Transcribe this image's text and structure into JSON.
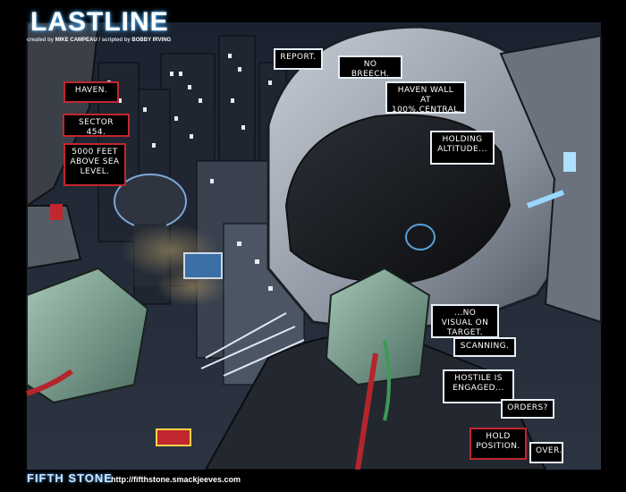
{
  "title": "LASTLINE",
  "credits": {
    "created_prefix": "created by",
    "created_name": "MIKE CAMPEAU",
    "separator": "/",
    "scripted_prefix": "scripted by",
    "scripted_name": "BOBBY IRVING"
  },
  "captions": [
    {
      "text": "HAVEN."
    },
    {
      "text": "SECTOR 454."
    },
    {
      "text": "5000 FEET ABOVE SEA LEVEL."
    }
  ],
  "dialogue": [
    {
      "text": "REPORT."
    },
    {
      "text": "NO BREECH."
    },
    {
      "text": "HAVEN WALL AT 100%,CENTRAL."
    },
    {
      "text": "HOLDING ALTITUDE..."
    },
    {
      "text": "...NO VISUAL ON TARGET."
    },
    {
      "text": "SCANNING."
    },
    {
      "text": "HOSTILE IS ENGAGED..."
    },
    {
      "text": "ORDERS?"
    },
    {
      "text": "HOLD POSITION."
    },
    {
      "text": "OVER."
    }
  ],
  "footer": {
    "logo": "FIFTH STONE",
    "url": "http://fifthstone.smackjeeves.com"
  },
  "colors": {
    "background": "#000000",
    "red_border": "#c2262e",
    "white_border": "#e7eef6",
    "logo_glow": "#3fa9ff"
  }
}
